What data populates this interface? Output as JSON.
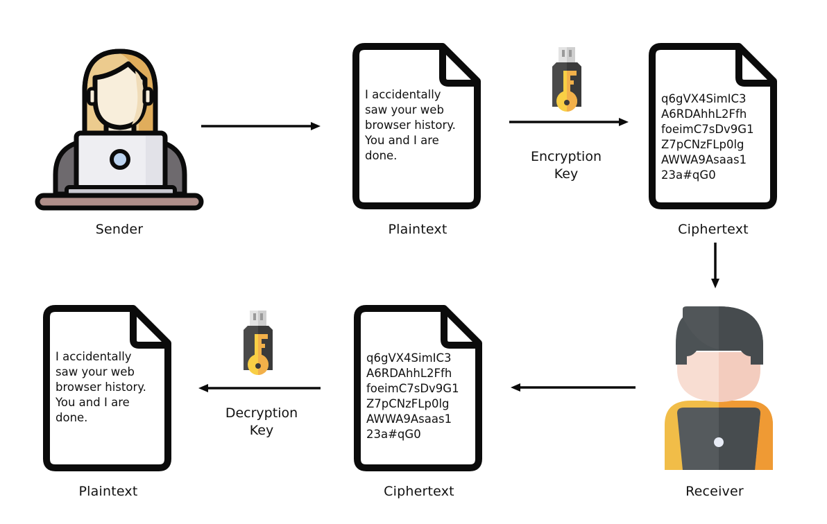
{
  "title": "Symmetric encryption flow",
  "nodes": {
    "sender": {
      "label": "Sender",
      "icon": "woman-laptop-icon"
    },
    "plaintext_top": {
      "label": "Plaintext",
      "icon": "document-icon",
      "content": "I accidentally\nsaw your web\nbrowser history.\nYou and I are\ndone."
    },
    "ciphertext_top": {
      "label": "Ciphertext",
      "icon": "document-icon",
      "content": "q6gVX4SimIC3\nA6RDAhhL2Ffh\nfoeimC7sDv9G1\nZ7pCNzFLp0lg\nAWWA9Asaas1\n23a#qG0"
    },
    "receiver": {
      "label": "Receiver",
      "icon": "man-laptop-icon"
    },
    "ciphertext_bottom": {
      "label": "Ciphertext",
      "icon": "document-icon",
      "content": "q6gVX4SimIC3\nA6RDAhhL2Ffh\nfoeimC7sDv9G1\nZ7pCNzFLp0lg\nAWWA9Asaas1\n23a#qG0"
    },
    "plaintext_bottom": {
      "label": "Plaintext",
      "icon": "document-icon",
      "content": "I accidentally\nsaw your web\nbrowser history.\nYou and I are\ndone."
    }
  },
  "keys": {
    "encryption": {
      "label_line1": "Encryption",
      "label_line2": "Key",
      "icon": "usb-key-icon"
    },
    "decryption": {
      "label_line1": "Decryption",
      "label_line2": "Key",
      "icon": "usb-key-icon"
    }
  },
  "edges": [
    {
      "from": "sender",
      "to": "plaintext_top",
      "direction": "right"
    },
    {
      "from": "plaintext_top",
      "to": "ciphertext_top",
      "direction": "right",
      "via": "encryption"
    },
    {
      "from": "ciphertext_top",
      "to": "receiver",
      "direction": "down"
    },
    {
      "from": "receiver",
      "to": "ciphertext_bottom",
      "direction": "left"
    },
    {
      "from": "ciphertext_bottom",
      "to": "plaintext_bottom",
      "direction": "left",
      "via": "decryption"
    }
  ],
  "colors": {
    "outline": "#0b0b0b",
    "hair_light": "#eccb8e",
    "hair_dark": "#e0ad5c",
    "skin_light": "#f8eedb",
    "skin_shade": "#f0dcb8",
    "sweater": "#6e6a6e",
    "laptop": "#eeeef2",
    "camera": "#bcd3ef",
    "desk": "#b08f8a",
    "key_yellow": "#f9cf45",
    "key_orange": "#f2b04a",
    "usb_dark": "#4a4a4a",
    "usb_darker": "#3a3a3a",
    "usb_cap": "#e3e3e3",
    "receiver_hair": "#515659",
    "receiver_hair_dark": "#464b4e",
    "receiver_skin": "#f8ddd2",
    "receiver_skin_dark": "#f3ccbe",
    "receiver_shirt": "#f1bd48",
    "receiver_shirt_dark": "#ef9a34",
    "receiver_laptop": "#555a5d",
    "receiver_laptop_dark": "#474c4f"
  }
}
